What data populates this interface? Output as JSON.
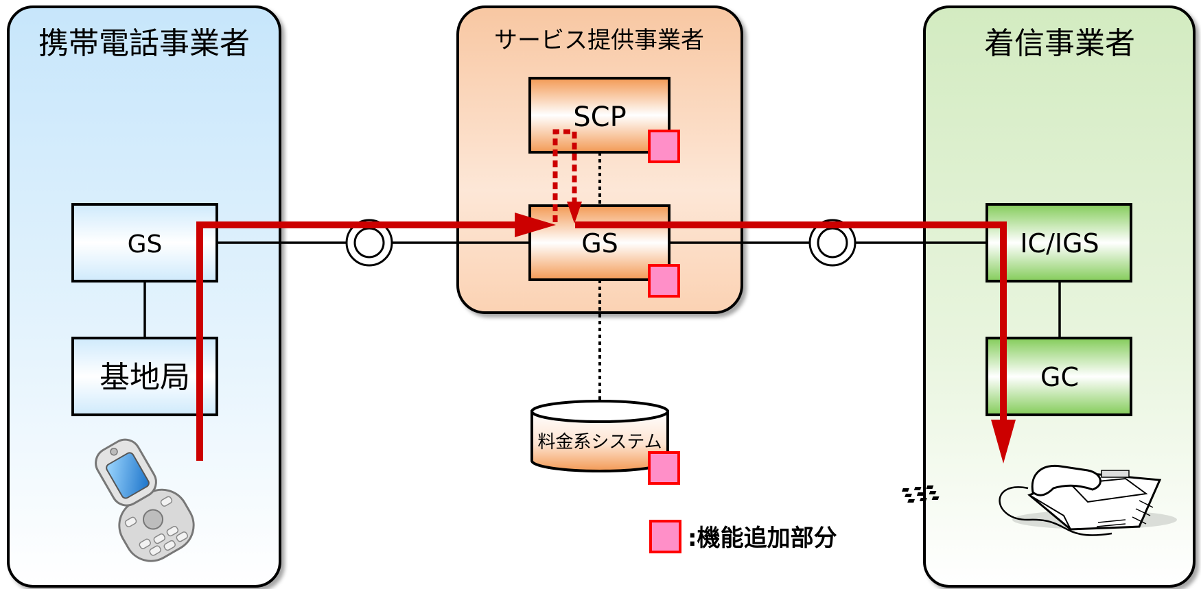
{
  "regions": {
    "mobile_carrier": {
      "title": "携帯電話事業者"
    },
    "service_provider": {
      "title": "サービス提供事業者"
    },
    "terminating_carrier": {
      "title": "着信事業者"
    }
  },
  "nodes": {
    "mobile_gs": "GS",
    "base_station": "基地局",
    "scp": "SCP",
    "provider_gs": "GS",
    "billing_system": "料金系システム",
    "ic_igs": "IC/IGS",
    "gc": "GC"
  },
  "legend": {
    "label": ":機能追加部分"
  },
  "colors": {
    "mobile_region": "#cfeafc",
    "provider_region": "#f8cba9",
    "terminating_region": "#d6ecc4",
    "provider_node": "#f39a55",
    "terminating_node": "#84cc5a",
    "call_path": "#cc0000",
    "added_function": "#ff8fc8",
    "added_function_border": "#ff0000"
  },
  "icons": [
    "mobile-phone-icon",
    "desk-telephone-icon"
  ]
}
